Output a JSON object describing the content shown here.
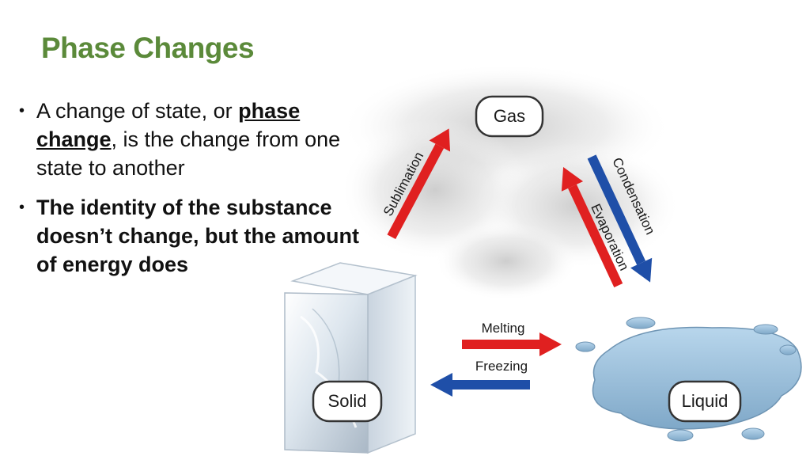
{
  "title": "Phase Changes",
  "bullets": {
    "b1_prefix": "A change of state, or ",
    "b1_term": "phase change",
    "b1_suffix": ", is the change from one state to another",
    "b2_text": "The identity of the substance doesn’t change, but the amount of energy does"
  },
  "diagram": {
    "gas_label": "Gas",
    "solid_label": "Solid",
    "liquid_label": "Liquid",
    "sublimation_label": "Sublimation",
    "condensation_label": "Condensation",
    "evaporation_label": "Evaporation",
    "melting_label": "Melting",
    "freezing_label": "Freezing"
  },
  "colors": {
    "title": "#5b8a3a",
    "heating_arrow": "#e02020",
    "cooling_arrow": "#1f4fa8"
  }
}
